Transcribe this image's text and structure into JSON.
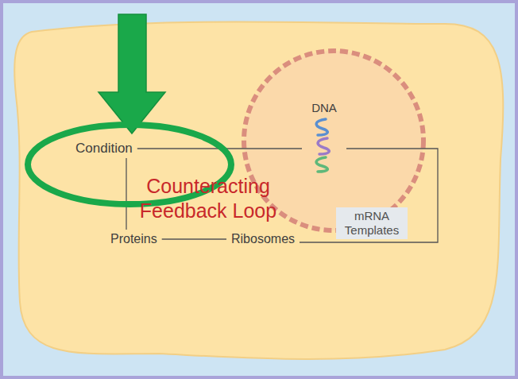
{
  "diagram": {
    "nodes": [
      {
        "text": [
          "Condition"
        ]
      },
      {
        "text": [
          "DNA"
        ]
      },
      {
        "text": [
          "Proteins"
        ]
      },
      {
        "text": [
          "Ribosomes"
        ]
      }
    ],
    "edges": [
      {
        "from": 0,
        "to": 1,
        "arrow": "none"
      },
      {
        "from": 1,
        "to": 3,
        "arrow": "none",
        "label": "mRNA Templates"
      },
      {
        "from": 3,
        "to": 2,
        "arrow": "none"
      },
      {
        "from": 2,
        "to": 0,
        "arrow": "none"
      }
    ],
    "labels": [
      "Counteracting Feedback Loop"
    ]
  }
}
